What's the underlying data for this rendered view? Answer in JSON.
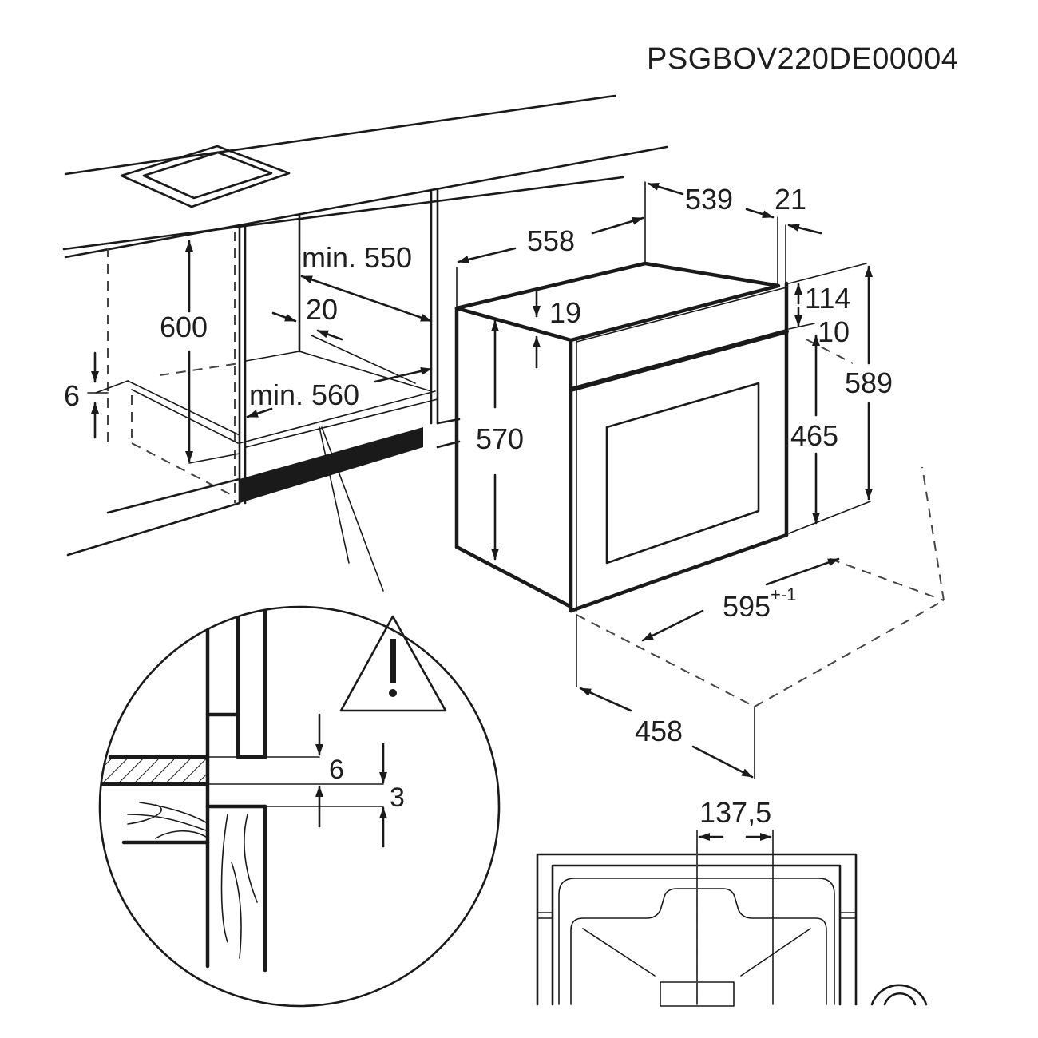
{
  "document": {
    "code": "PSGBOV220DE00004",
    "type": "built-in oven installation dimensions"
  },
  "cabinet": {
    "height_600": "600",
    "min_550": "min. 550",
    "gap_20": "20",
    "min_560": "min. 560",
    "offset_6": "6"
  },
  "oven": {
    "width_558": "558",
    "depth_539": "539",
    "front_21": "21",
    "top_19": "19",
    "height_570": "570",
    "panel_114": "114",
    "gap_10": "10",
    "door_465": "465",
    "height_589": "589",
    "width_595": "595",
    "width_595_tol": "+-1",
    "door_open_458": "458"
  },
  "detail": {
    "dim_6": "6",
    "dim_3": "3",
    "warning_icon": "warning-triangle"
  },
  "front_view": {
    "offset_137_5": "137,5"
  },
  "colors": {
    "line": "#1a1a1a",
    "background": "#ffffff"
  }
}
